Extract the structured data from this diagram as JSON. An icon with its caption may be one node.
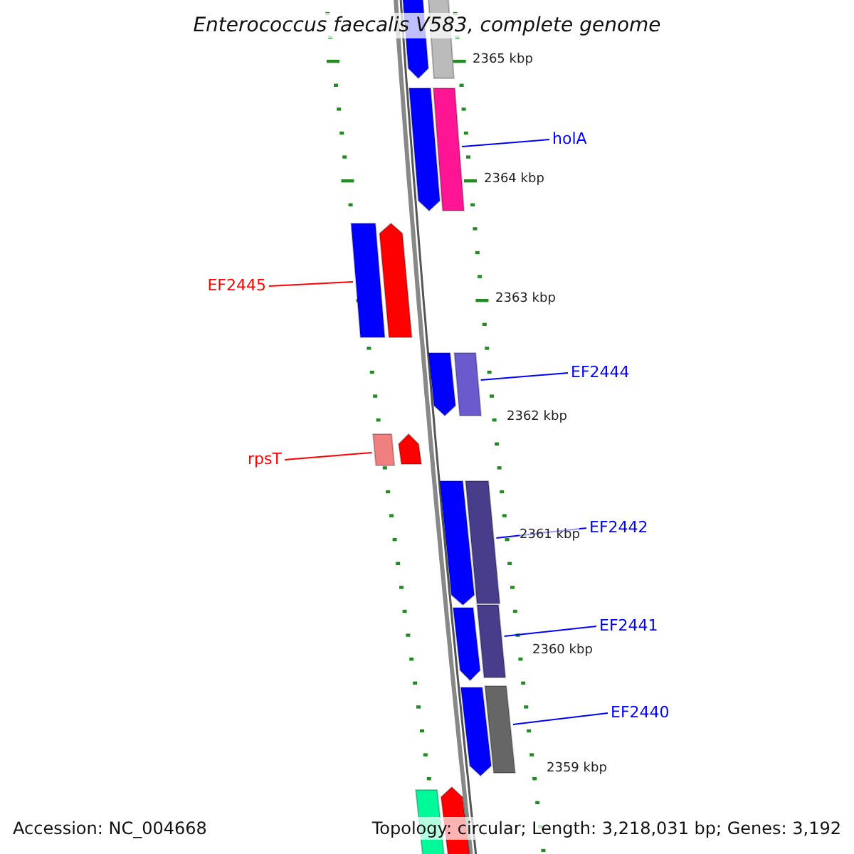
{
  "diagram": {
    "title": "Enterococcus faecalis V583, complete genome",
    "nodes": [
      {
        "text": [],
        "shape": "arrow"
      },
      {
        "text": [],
        "shape": "bar"
      },
      {
        "text": [],
        "shape": "arrow"
      },
      {
        "text": [
          "holA"
        ]
      },
      {
        "text": [],
        "shape": "bar"
      },
      {
        "text": [
          "EF2445"
        ]
      },
      {
        "text": [],
        "shape": "bar"
      },
      {
        "text": [],
        "shape": "arrow"
      },
      {
        "text": [],
        "shape": "arrow"
      },
      {
        "text": [
          "EF2444"
        ]
      },
      {
        "text": [],
        "shape": "bar"
      },
      {
        "text": [
          "rpsT"
        ]
      },
      {
        "text": [],
        "shape": "bar"
      },
      {
        "text": [],
        "shape": "arrow"
      },
      {
        "text": [],
        "shape": "arrow"
      },
      {
        "text": [
          "EF2442"
        ]
      },
      {
        "text": [],
        "shape": "bar"
      },
      {
        "text": [],
        "shape": "arrow"
      },
      {
        "text": [
          "EF2441"
        ]
      },
      {
        "text": [],
        "shape": "bar"
      },
      {
        "text": [],
        "shape": "arrow"
      },
      {
        "text": [
          "EF2440"
        ]
      },
      {
        "text": [],
        "shape": "bar"
      },
      {
        "text": [],
        "shape": "bar"
      },
      {
        "text": [],
        "shape": "arrow"
      }
    ],
    "edges": [
      {
        "from": 3,
        "to": 4,
        "arrow": "none"
      },
      {
        "from": 5,
        "to": 6,
        "arrow": "none",
        "color": "#ff0000"
      },
      {
        "from": 9,
        "to": 10,
        "arrow": "none"
      },
      {
        "from": 11,
        "to": 12,
        "arrow": "none",
        "color": "#ff0000"
      },
      {
        "from": 15,
        "to": 16,
        "arrow": "none"
      },
      {
        "from": 18,
        "to": 19,
        "arrow": "none"
      },
      {
        "from": 21,
        "to": 22,
        "arrow": "none"
      }
    ],
    "labels": [
      "2365 kbp",
      "2364 kbp",
      "2363 kbp",
      "2362 kbp",
      "2361 kbp",
      "2360 kbp",
      "2359 kbp",
      "Accession: NC_004668",
      "Topology: circular; Length: 3,218,031 bp; Genes: 3,192"
    ]
  }
}
